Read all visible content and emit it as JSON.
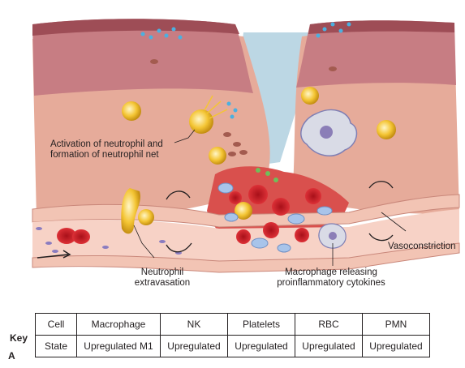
{
  "labels": {
    "neutrophil_net": [
      "Activation of neutrophil and",
      "formation of neutrophil net"
    ],
    "extravasation": [
      "Neutrophil",
      "extravasation"
    ],
    "macrophage": [
      "Macrophage releasing",
      "proinflammatory cytokines"
    ],
    "vasoconstriction": "Vasoconstriction"
  },
  "key": {
    "title": "Key",
    "panel": "A",
    "header": [
      "Cell",
      "Macrophage",
      "NK",
      "Platelets",
      "RBC",
      "PMN"
    ],
    "row": [
      "State",
      "Upregulated M1",
      "Upregulated",
      "Upregulated",
      "Upregulated",
      "Upregulated"
    ]
  },
  "colors": {
    "dermis": "#e9b3a3",
    "epidermis": "#c97a80",
    "wound_bed": "#d64a4a",
    "neutrophil": "#f4c534",
    "rbc": "#d8262c",
    "macrophage": "#8fb0d8",
    "plasma": "#a9c9dc"
  }
}
